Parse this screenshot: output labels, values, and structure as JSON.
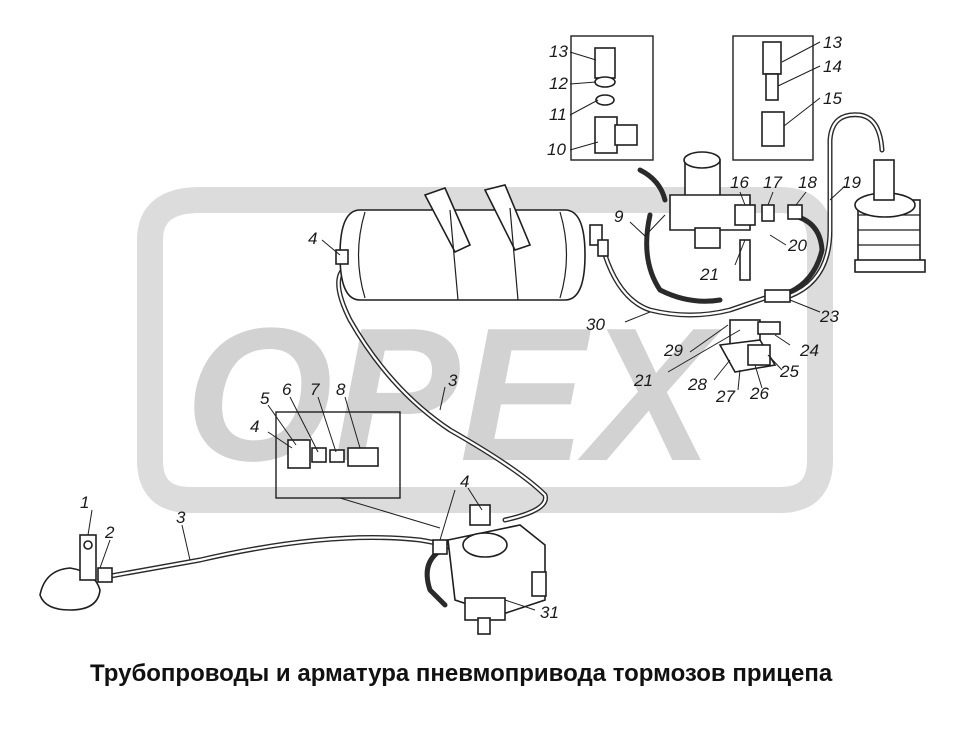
{
  "watermark": {
    "text": "OPEX"
  },
  "caption": "Трубопроводы и арматура пневмопривода тормозов прицепа",
  "callouts": [
    "1",
    "2",
    "3",
    "3",
    "4",
    "4",
    "4",
    "4",
    "5",
    "6",
    "7",
    "8",
    "9",
    "10",
    "11",
    "12",
    "13",
    "13",
    "14",
    "15",
    "16",
    "17",
    "18",
    "19",
    "20",
    "21",
    "21",
    "23",
    "24",
    "25",
    "26",
    "27",
    "28",
    "29",
    "30",
    "31"
  ]
}
